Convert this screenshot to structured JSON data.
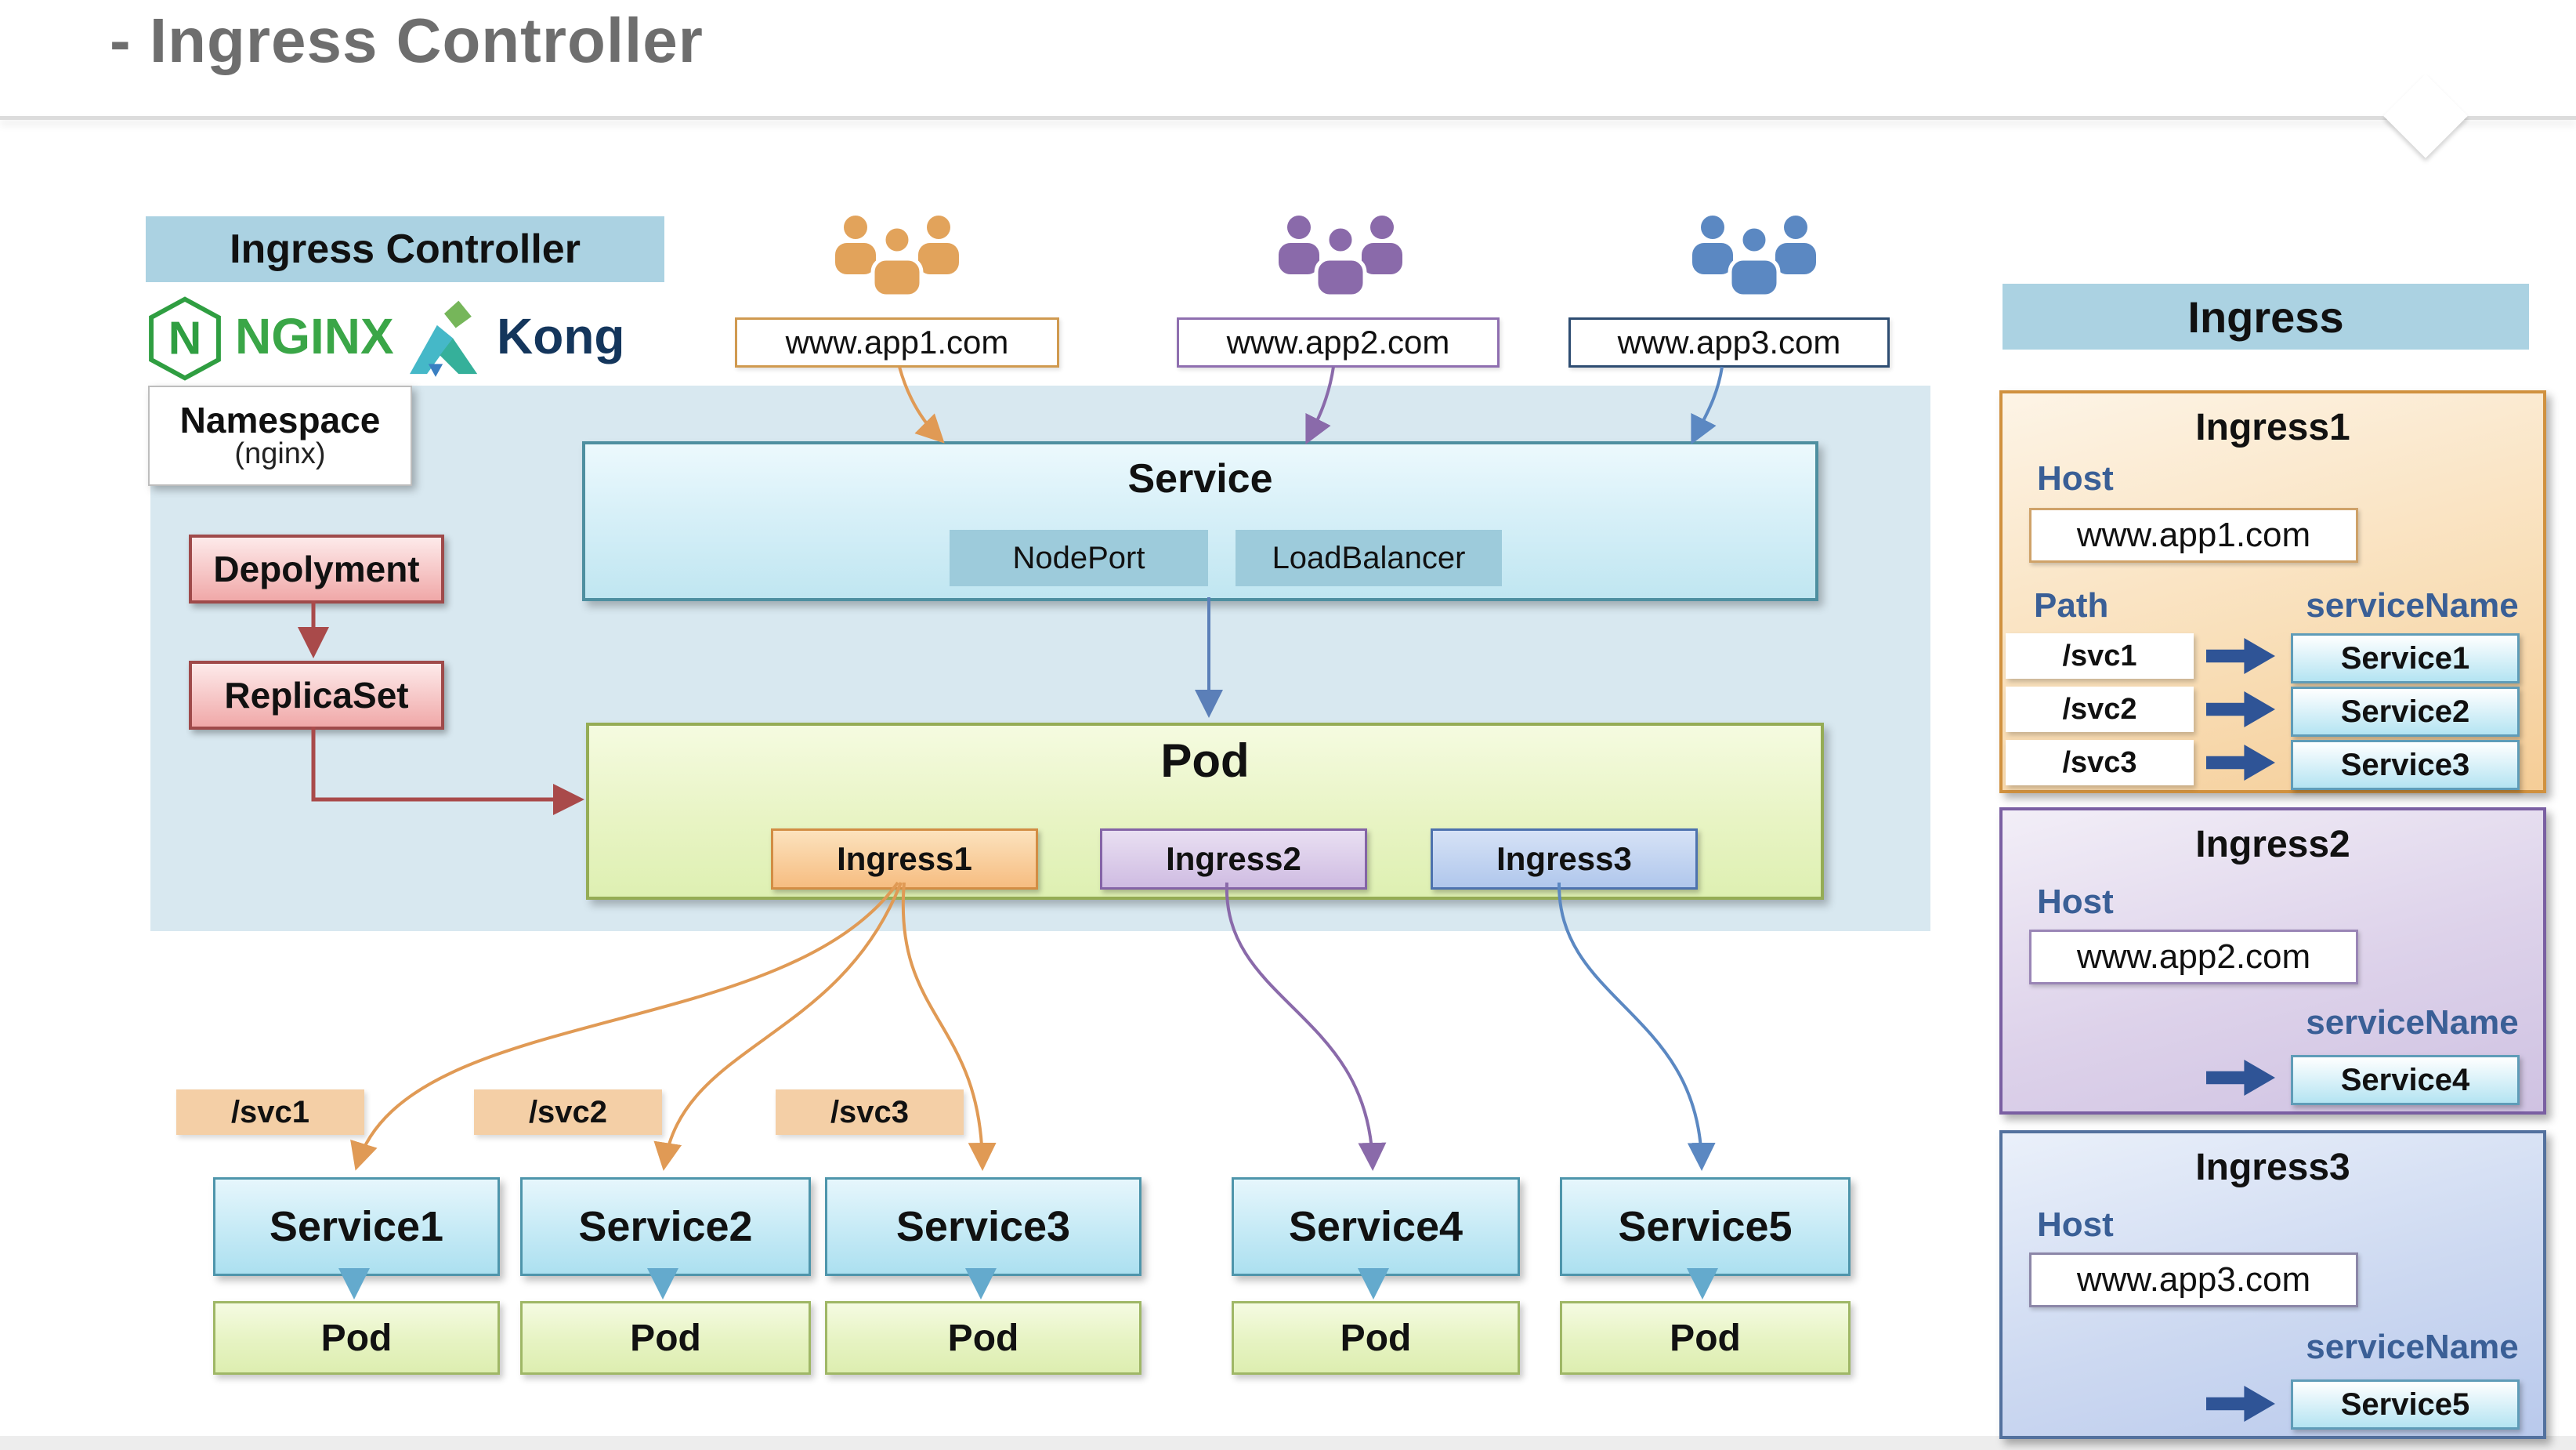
{
  "page": {
    "title": "- Ingress Controller"
  },
  "controller_panel": {
    "label": "Ingress Controller",
    "nginx_brand": "NGINX",
    "kong_brand": "Kong",
    "namespace": {
      "title": "Namespace",
      "subtitle": "(nginx)"
    }
  },
  "clients": [
    {
      "host": "www.app1.com",
      "accent": "#E2A35B"
    },
    {
      "host": "www.app2.com",
      "accent": "#8A6AAA"
    },
    {
      "host": "www.app3.com",
      "accent": "#5B88C2"
    }
  ],
  "cluster": {
    "deployment": "Depolyment",
    "replicaset": "ReplicaSet",
    "service_box": {
      "title": "Service",
      "nodeport": "NodePort",
      "loadbalancer": "LoadBalancer"
    },
    "pod_box": {
      "title": "Pod",
      "ingress1": "Ingress1",
      "ingress2": "Ingress2",
      "ingress3": "Ingress3"
    }
  },
  "route_tags": {
    "svc1": "/svc1",
    "svc2": "/svc2",
    "svc3": "/svc3"
  },
  "backends": [
    {
      "service": "Service1",
      "pod": "Pod"
    },
    {
      "service": "Service2",
      "pod": "Pod"
    },
    {
      "service": "Service3",
      "pod": "Pod"
    },
    {
      "service": "Service4",
      "pod": "Pod"
    },
    {
      "service": "Service5",
      "pod": "Pod"
    }
  ],
  "ingress_panel": {
    "title": "Ingress",
    "cards": [
      {
        "title": "Ingress1",
        "host_label": "Host",
        "host": "www.app1.com",
        "path_label": "Path",
        "service_label": "serviceName",
        "rules": [
          {
            "path": "/svc1",
            "service": "Service1"
          },
          {
            "path": "/svc2",
            "service": "Service2"
          },
          {
            "path": "/svc3",
            "service": "Service3"
          }
        ]
      },
      {
        "title": "Ingress2",
        "host_label": "Host",
        "host": "www.app2.com",
        "service_label": "serviceName",
        "service": "Service4"
      },
      {
        "title": "Ingress3",
        "host_label": "Host",
        "host": "www.app3.com",
        "service_label": "serviceName",
        "service": "Service5"
      }
    ]
  },
  "colors": {
    "panel_header_bg": "#ABD2E2",
    "users_app1": "#E2A35B",
    "users_app2": "#8A6AAA",
    "users_app3": "#5B88C2",
    "arrow_navy": "#2F5496",
    "deployment_red": "#9F4A4A"
  }
}
